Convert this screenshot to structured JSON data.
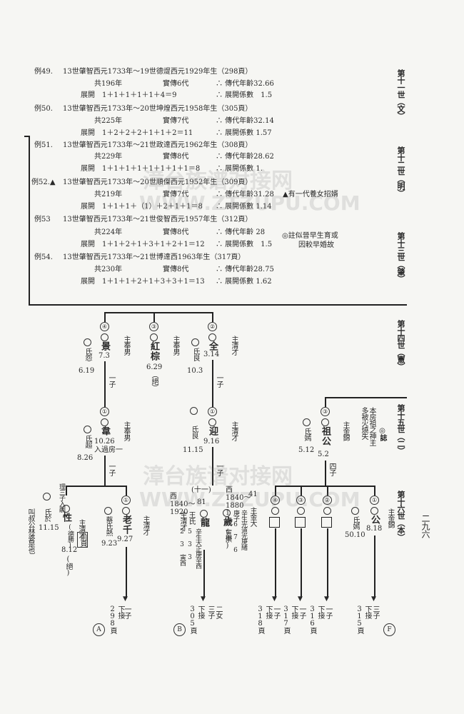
{
  "examples": [
    {
      "label": "例49.",
      "title": "13世肇智西元1733年～19世德煶西元1929年生（298頁）",
      "years": "共196年",
      "gen": "實傳6代",
      "stat1": "∴ 傳代年齡32.66",
      "formula": "展開　1＋1＋1＋1＋1＋4＝9",
      "stat2": "∴ 展開係數　1.5"
    },
    {
      "label": "例50.",
      "title": "13世肇智西元1733年～20世坤煌西元1958年生（305頁）",
      "years": "共225年",
      "gen": "實傳7代",
      "stat1": "∴ 傳代年齡32.14",
      "formula": "展開　1＋2＋2＋2＋1＋1＋2＝11",
      "stat2": "∴ 展開係數 1.57"
    },
    {
      "label": "例51.",
      "title": "13世肇智西元1733年～21世政達西元1962年生（308頁）",
      "years": "共229年",
      "gen": "實傳8代",
      "stat1": "∴ 傳代年齡28.62",
      "formula": "展開　1＋1＋1＋1＋1＋1＋1＋1＝8",
      "stat2": "∴ 展開係數 1."
    },
    {
      "label": "例52.▲",
      "title": "13世肇智西元1733年～20世順傑西元1952年生（309頁）",
      "years": "共219年",
      "gen": "實傳7代",
      "stat1": "∴ 傳代年齡31.28",
      "formula": "展開　1＋1＋1＋（1）＋2＋1＋1＝8",
      "stat2": "∴ 展開係數 1.14"
    },
    {
      "label": "例53",
      "title": "13世肇智西元1733年～21世俊智西元1957年生（312頁）",
      "years": "共224年",
      "gen": "實傳8代",
      "stat1": "∴ 傳代年齡 28",
      "formula": "展開　1＋1＋2＋1＋3＋1＋2＋1＝12",
      "stat2": "∴ 展開係數　1.5"
    },
    {
      "label": "例54.",
      "title": "13世肇智西元1733年～21世博達西1963年生（317頁）",
      "years": "共230年",
      "gen": "實傳8代",
      "stat1": "∴ 傳代年齡28.75",
      "formula": "展開　1＋1＋1＋2＋1＋3＋3＋1＝13",
      "stat2": "∴ 展開係數 1.62"
    }
  ],
  "notes": {
    "n52": "▲有一代養女招婿",
    "n53a": "◎註似晉早生育或",
    "n53b": "因較早婚故"
  },
  "generations": [
    "第十一世（文）",
    "第十二世（明）",
    "第十三世（肇）",
    "第十四世（憲）",
    "第十五世（二）",
    "第十六世（本）"
  ],
  "page_number": "二九六",
  "watermark": {
    "cn": "漳台族谱对接网",
    "en": "WWW.ZTZUPU.COM"
  },
  "g14": [
    {
      "num": "④",
      "name": "景",
      "age": "7.3",
      "wife": "氏怨",
      "wage": "6.19",
      "role": "主奉男"
    },
    {
      "num": "③",
      "name": "紅棕",
      "age": "6.29",
      "note": "（絕）",
      "role": "主奉男"
    },
    {
      "num": "②",
      "name": "全",
      "age": "3.14",
      "wife": "氏良",
      "wage": "10.3",
      "role": "主清才"
    }
  ],
  "g15": {
    "left": {
      "num": "①",
      "name": "韋",
      "age": "10.26",
      "note": "入過房一",
      "wife": "氏超",
      "wage": "8.26",
      "role": "主奉男",
      "child": "一子",
      "child2": "一子"
    },
    "mid": {
      "num": "①",
      "name": "迎",
      "age": "9.16",
      "wife": "氏良",
      "wage": "11.15",
      "role": "主清才",
      "child": "一子",
      "child2": "一子"
    },
    "right": {
      "num": "③",
      "name": "祖公",
      "age": "5.2",
      "wife": "氏嫣",
      "wage": "5.12",
      "role": "主金錦",
      "child": "四子",
      "note": "◎誌",
      "note2": "本房祖之神主多被火燒失"
    }
  },
  "g16": {
    "a1": {
      "wife": "氏於",
      "wage": "11.15",
      "side": "叫叔公林婆是也"
    },
    "a2": {
      "name": "性",
      "note": "(德勝)",
      "age": "8.12",
      "extra": "(絕)",
      "prefix": "理三子入嗣",
      "role": "主清才",
      "ref": "前頁"
    },
    "a3": {
      "num": "①",
      "name": "老千",
      "age": "9.27",
      "wife": "蔡氏熱",
      "wage": "9.23",
      "role": "主清才",
      "child": "一子",
      "page": "下接298頁",
      "tag": "A"
    },
    "b1": {
      "num": "(十一)",
      "years": "西1840〜1920",
      "age": "81",
      "name": "龍",
      "wife": "王氏",
      "role": "主清才",
      "dates": "辛生大正庚辛西5 3 3 2 3 寅西",
      "child": "三子",
      "child2": "二女",
      "page": "下接305頁",
      "tag": "B"
    },
    "b2": {
      "years": "西1840〜1880",
      "age": "41",
      "name": "歲",
      "note": "(崇)",
      "role": "主金大",
      "dates": "辛生光道光庚緒庚子6 7 6 12 寅申"
    },
    "c": [
      {
        "num": "④",
        "child": "一子",
        "page": "下接318頁"
      },
      {
        "num": "③",
        "child": "一子",
        "page": "下接317頁"
      },
      {
        "num": "②",
        "child": "一子",
        "page": "下接316頁"
      }
    ],
    "c1": {
      "num": "①",
      "name": "公",
      "age": "8.18",
      "wife": "氏嫣",
      "wage": "50.10",
      "role": "主金錦",
      "child": "三子",
      "page": "下接315頁",
      "tag": "F"
    }
  }
}
